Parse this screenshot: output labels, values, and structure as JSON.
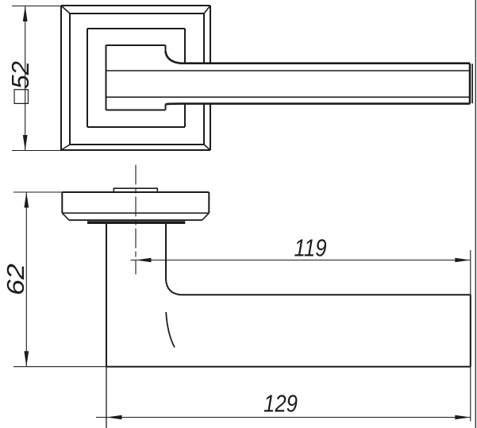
{
  "meta": {
    "description": "Two-view technical drawing of a door lever handle on a square rosette",
    "background": "#ffffff",
    "line_color": "#1c1c1c",
    "frame_color": "#3a3a3a"
  },
  "dimensions": {
    "rosette_square": "□52",
    "overall_height": "62",
    "length_from_axis": "119",
    "overall_length": "129"
  }
}
